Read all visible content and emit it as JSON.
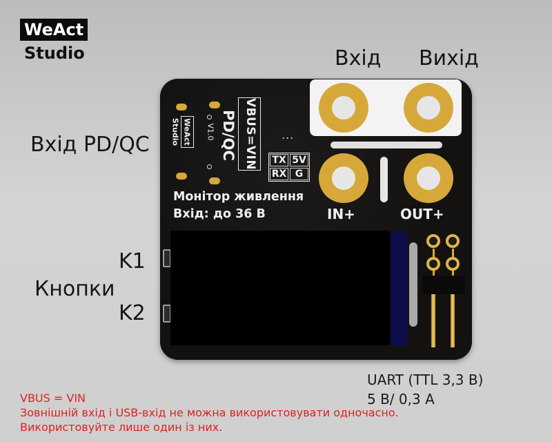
{
  "logo": {
    "top": "WeAct",
    "bottom": "Studio"
  },
  "labels": {
    "input": "Вхід",
    "output": "Вихід",
    "pd_input": "Вхід PD/QC",
    "k1": "K1",
    "buttons": "Кнопки",
    "k2": "K2"
  },
  "board": {
    "vbus": "VBUS=VIN",
    "pdqc": "PD/QC",
    "version": "V1.0",
    "brand_top": "WeAct",
    "brand_bottom": "Studio",
    "dots": "...",
    "pins": {
      "tx": "TX",
      "v5": "5V",
      "rx": "RX",
      "g": "G"
    },
    "title": "Монітор живлення",
    "input_range": "Вхід: до 36 В",
    "in_plus": "IN+",
    "out_plus": "OUT+"
  },
  "specs": {
    "uart": "UART (TTL 3,3 В)",
    "power": "5 В/ 0,3 А"
  },
  "notes": {
    "line1": "VBUS = VIN",
    "line2": "Зовнішній вхід і USB-вхід не можна використовувати одночасно.",
    "line3": "Використовуйте лише один із них."
  },
  "colors": {
    "board": "#141210",
    "gold": "#d6a83a",
    "lcd": "#000000",
    "warning": "#e02020"
  }
}
